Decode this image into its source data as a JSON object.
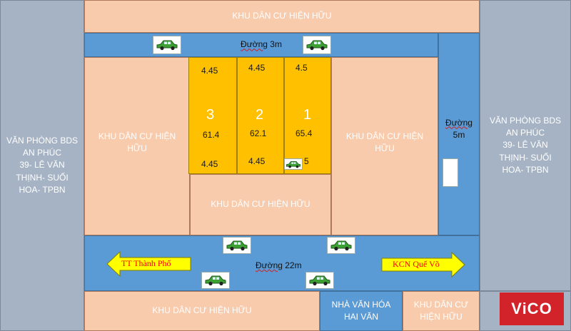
{
  "offices": {
    "left": [
      "VĂN PHÒNG BDS",
      "AN PHÚC",
      "39- LÊ VĂN",
      "THỊNH- SUỐI",
      "HOA- TPBN"
    ],
    "right": [
      "VĂN PHÒNG BDS",
      "AN PHÚC",
      "39- LÊ VĂN",
      "THỊNH- SUỐI",
      "HOA- TPBN"
    ]
  },
  "residential": {
    "top": "KHU DÂN CƯ HIỆN HỮU",
    "left": [
      "KHU DÂN CƯ HIỆN",
      "HỮU"
    ],
    "right": [
      "KHU DÂN CƯ HIỆN",
      "HỮU"
    ],
    "middle": "KHU DÂN CƯ HIỆN HỮU",
    "bottom_left": "KHU DÂN CƯ HIỆN HỮU",
    "bottom_right": [
      "KHU DÂN CƯ",
      "HIỆN HỮU"
    ]
  },
  "roads": {
    "top": {
      "prefix": "Đường",
      "suffix": " 3m"
    },
    "right": {
      "prefix": "Đường",
      "suffix": "5m"
    },
    "bottom": {
      "prefix": "Đường",
      "suffix": " 22m"
    }
  },
  "lots": [
    {
      "number": "3",
      "front": "4.45",
      "area": "61.4",
      "back": "4.45"
    },
    {
      "number": "2",
      "front": "4.45",
      "area": "62.1",
      "back": "4.45"
    },
    {
      "number": "1",
      "front": "4.5",
      "area": "65.4",
      "back": "5"
    }
  ],
  "arrows": {
    "left": "TT Thành Phố",
    "right": "KCN Quế Võ"
  },
  "culture_house": [
    "NHÀ VĂN HÓA",
    "HAI VĂN"
  ],
  "logo": "ViCO",
  "colors": {
    "residential": "#f8cbad",
    "road": "#5b9bd5",
    "lot": "#ffc000",
    "office": "#a6b3c4",
    "arrow": "#ffff00",
    "arrow_text": "#ff0000",
    "logo": "#d2232a"
  }
}
